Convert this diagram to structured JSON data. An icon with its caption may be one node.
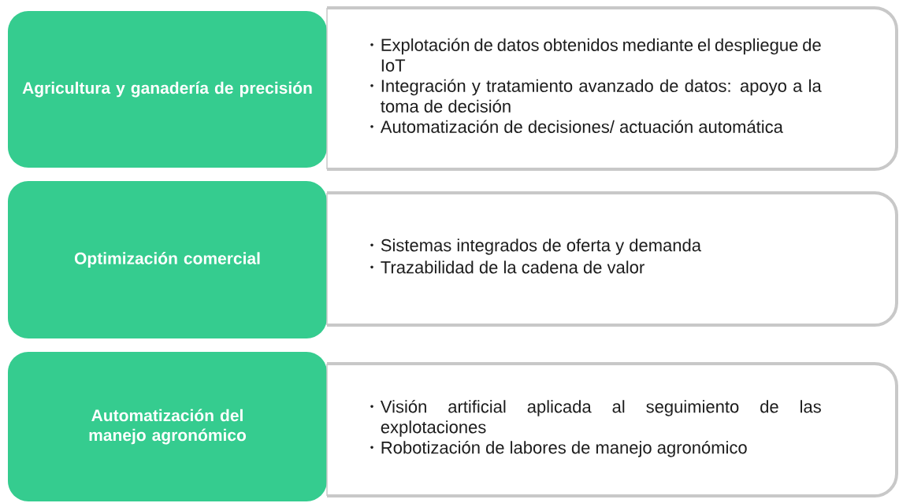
{
  "diagram": {
    "nodes": [
      {
        "text": [
          "Agricultura y ganadería de precisión"
        ]
      },
      {
        "text": [
          "Explotación de datos obtenidos mediante el despliegue de IoT",
          "Integración y tratamiento avanzado de datos: apoyo a la toma de decisión",
          "Automatización de decisiones/ actuación automática"
        ]
      },
      {
        "text": [
          "Optimización comercial"
        ]
      },
      {
        "text": [
          "Sistemas integrados de oferta y demanda",
          "Trazabilidad de la cadena de valor"
        ]
      },
      {
        "text": [
          "Automatización del manejo agronómico"
        ]
      },
      {
        "text": [
          "Visión artificial aplicada al seguimiento de las explotaciones",
          "Robotización de labores de manejo agronómico"
        ]
      }
    ]
  }
}
